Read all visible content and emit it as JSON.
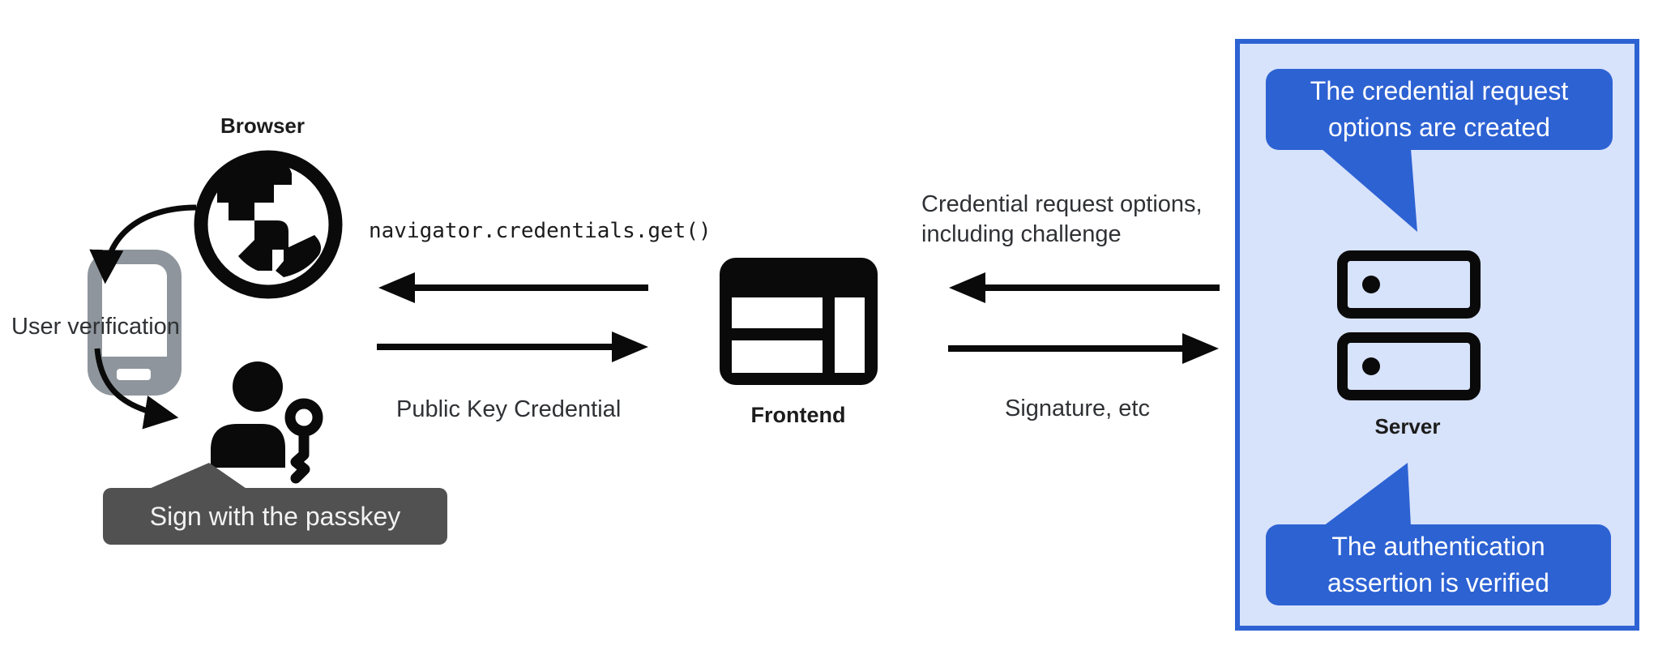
{
  "colors": {
    "bubble_blue": "#2d62d3",
    "panel_fill": "#d7e2fb",
    "tooltip_gray": "#515151",
    "phone_gray": "#8e959c",
    "icon_black": "#0a0a0a",
    "text_dark": "#202124"
  },
  "left": {
    "browser_label": "Browser",
    "user_verification_label": "User verification",
    "passkey_tooltip": "Sign with the passkey"
  },
  "frontend": {
    "label": "Frontend"
  },
  "flow_left": {
    "call": "navigator.credentials.get()",
    "response": "Public Key Credential"
  },
  "flow_right": {
    "request_line1": "Credential request options,",
    "request_line2": "including challenge",
    "response": "Signature, etc"
  },
  "server_panel": {
    "server_label": "Server",
    "bubble_top_line1": "The credential request",
    "bubble_top_line2": "options are created",
    "bubble_bottom_line1": "The authentication",
    "bubble_bottom_line2": "assertion is verified"
  }
}
